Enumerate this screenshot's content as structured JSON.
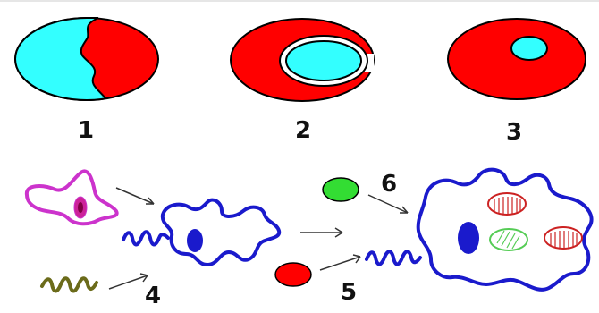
{
  "labels": {
    "cell_1": "1",
    "cell_2": "2",
    "cell_3": "3",
    "chain_4": "4",
    "organelle_5": "5",
    "organelle_6": "6"
  },
  "colors": {
    "red": "#ff0000",
    "cyan": "#33ffff",
    "blue": "#1a1acc",
    "purple": "#cc33cc",
    "olive": "#6b6b1a",
    "green": "#33dd33",
    "outline": "#000000"
  }
}
